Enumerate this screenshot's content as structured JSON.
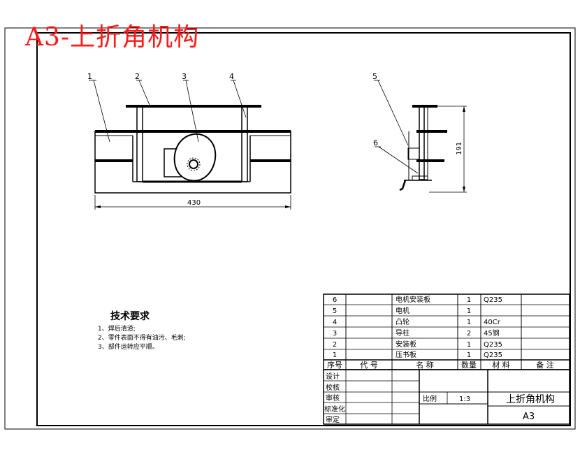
{
  "title": "A3-上折角机构",
  "balloons": [
    "1",
    "2",
    "3",
    "4",
    "5",
    "6"
  ],
  "dimensions": {
    "width": "430",
    "height": "191"
  },
  "tech_requirements": {
    "heading": "技术要求",
    "items": [
      "1、焊后清渣;",
      "2、零件表面不得有油污、毛刺;",
      "3、部件运转应平顺。"
    ]
  },
  "bom": {
    "headers": [
      "序号",
      "代 号",
      "名 称",
      "数量",
      "材 料",
      "备 注"
    ],
    "rows": [
      {
        "no": "6",
        "code": "",
        "name": "电机安装板",
        "qty": "1",
        "material": "Q235",
        "remark": ""
      },
      {
        "no": "5",
        "code": "",
        "name": "电机",
        "qty": "1",
        "material": "",
        "remark": ""
      },
      {
        "no": "4",
        "code": "",
        "name": "凸轮",
        "qty": "1",
        "material": "40Cr",
        "remark": ""
      },
      {
        "no": "3",
        "code": "",
        "name": "导柱",
        "qty": "2",
        "material": "45钢",
        "remark": ""
      },
      {
        "no": "2",
        "code": "",
        "name": "安装板",
        "qty": "1",
        "material": "Q235",
        "remark": ""
      },
      {
        "no": "1",
        "code": "",
        "name": "压书板",
        "qty": "1",
        "material": "Q235",
        "remark": ""
      }
    ]
  },
  "title_block": {
    "roles": [
      "设计",
      "校核",
      "审核",
      "标准化",
      "审定"
    ],
    "scale_label": "比例",
    "scale_value": "1:3",
    "drawing_name": "上折角机构",
    "sheet_size": "A3"
  }
}
